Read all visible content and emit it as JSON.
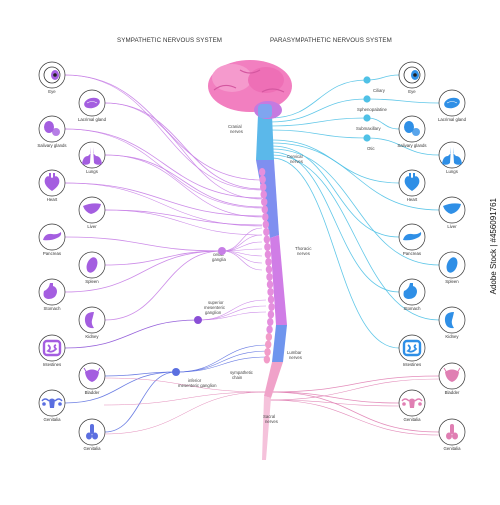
{
  "headers": {
    "sympathetic": "SYMPATHETIC NERVOUS SYSTEM",
    "parasympathetic": "PARASYMPATHETIC NERVOUS SYSTEM"
  },
  "left_organs": [
    {
      "label": "Eye",
      "icon": "eye-icon"
    },
    {
      "label": "Lacrimal gland",
      "icon": "lacrimal-gland-icon"
    },
    {
      "label": "Salivary glands",
      "icon": "salivary-glands-icon"
    },
    {
      "label": "Lungs",
      "icon": "lungs-icon"
    },
    {
      "label": "Heart",
      "icon": "heart-icon"
    },
    {
      "label": "Liver",
      "icon": "liver-icon"
    },
    {
      "label": "Pancreas",
      "icon": "pancreas-icon"
    },
    {
      "label": "Spleen",
      "icon": "spleen-icon"
    },
    {
      "label": "Stomach",
      "icon": "stomach-icon"
    },
    {
      "label": "Kidney",
      "icon": "kidney-icon"
    },
    {
      "label": "Intestines",
      "icon": "intestines-icon"
    },
    {
      "label": "Bladder",
      "icon": "bladder-icon"
    },
    {
      "label": "Genitalia",
      "icon": "female-genitalia-icon"
    },
    {
      "label": "Genitalia",
      "icon": "male-genitalia-icon"
    }
  ],
  "right_organs": [
    {
      "label": "Eye",
      "icon": "eye-icon"
    },
    {
      "label": "Lacrimal gland",
      "icon": "lacrimal-gland-icon"
    },
    {
      "label": "Salivary glands",
      "icon": "salivary-glands-icon"
    },
    {
      "label": "Lungs",
      "icon": "lungs-icon"
    },
    {
      "label": "Heart",
      "icon": "heart-icon"
    },
    {
      "label": "Liver",
      "icon": "liver-icon"
    },
    {
      "label": "Pancreas",
      "icon": "pancreas-icon"
    },
    {
      "label": "Spleen",
      "icon": "spleen-icon"
    },
    {
      "label": "Stomach",
      "icon": "stomach-icon"
    },
    {
      "label": "Kidney",
      "icon": "kidney-icon"
    },
    {
      "label": "Intestines",
      "icon": "intestines-icon"
    },
    {
      "label": "Bladder",
      "icon": "bladder-icon"
    },
    {
      "label": "Genitalia",
      "icon": "female-genitalia-icon"
    },
    {
      "label": "Genitalia",
      "icon": "male-genitalia-icon"
    }
  ],
  "spine_labels": {
    "cranial": [
      "Cranial",
      "nerves"
    ],
    "cervical": [
      "Cervical",
      "nerves"
    ],
    "thoracic": [
      "Thoracic",
      "nerves"
    ],
    "lumbar": [
      "Lumbar",
      "nerves"
    ],
    "sacral": [
      "Sacral",
      "nerves"
    ]
  },
  "ganglia": {
    "celiac": [
      "celiac",
      "ganglia"
    ],
    "superior_mesenteric": [
      "superior",
      "mesenteric",
      "ganglion"
    ],
    "inferior_mesenteric": [
      "inferior",
      "mesenteric ganglion"
    ],
    "sympathetic_chain": [
      "sympathetic",
      "chain"
    ]
  },
  "para_ganglia": [
    "Ciliary",
    "Sphenopalatine",
    "Submaxillary",
    "Otic"
  ],
  "colors": {
    "sympathetic": "#c77ee6",
    "sympathetic_dark": "#8a4fd6",
    "sympathetic_blue": "#5b6fe0",
    "parasympathetic": "#4fc1e6",
    "sacral_pink": "#e07fb3",
    "brain": "#f27fc0",
    "organ_purple": "#a45ee0",
    "organ_blue": "#2f8fe6"
  },
  "watermark": "Adobe Stock | #456091761"
}
